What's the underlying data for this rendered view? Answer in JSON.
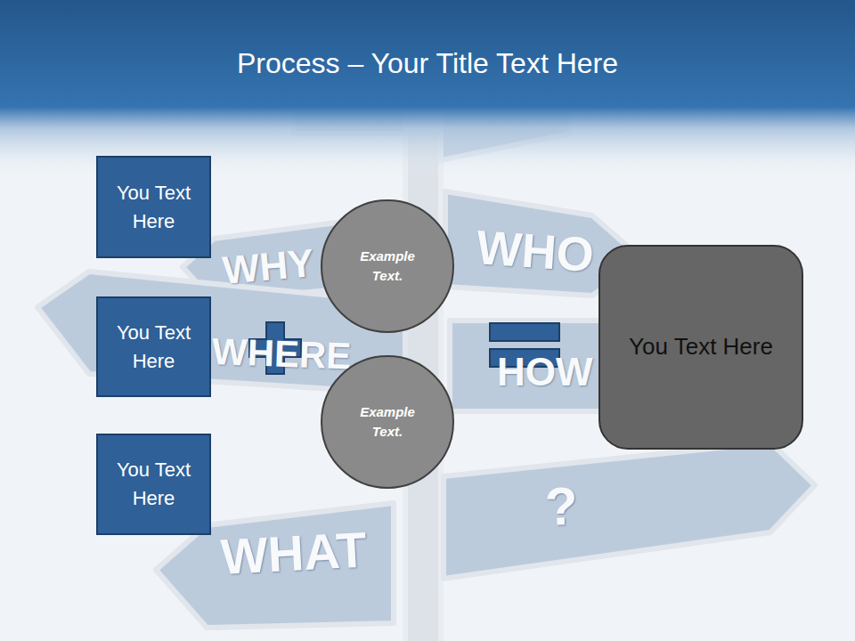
{
  "diagram": {
    "title": "Process – Your Title Text Here",
    "nodes": [
      {
        "text": [
          "You Text Here"
        ]
      },
      {
        "text": [
          "You Text Here"
        ]
      },
      {
        "text": [
          "You Text Here"
        ]
      },
      {
        "text": [
          "Example Text."
        ]
      },
      {
        "text": [
          "Example Text."
        ]
      },
      {
        "text": [
          "You Text Here"
        ]
      }
    ],
    "labels": [
      "WHY",
      "WHO",
      "WHERE",
      "HOW",
      "?",
      "WHAT"
    ]
  }
}
